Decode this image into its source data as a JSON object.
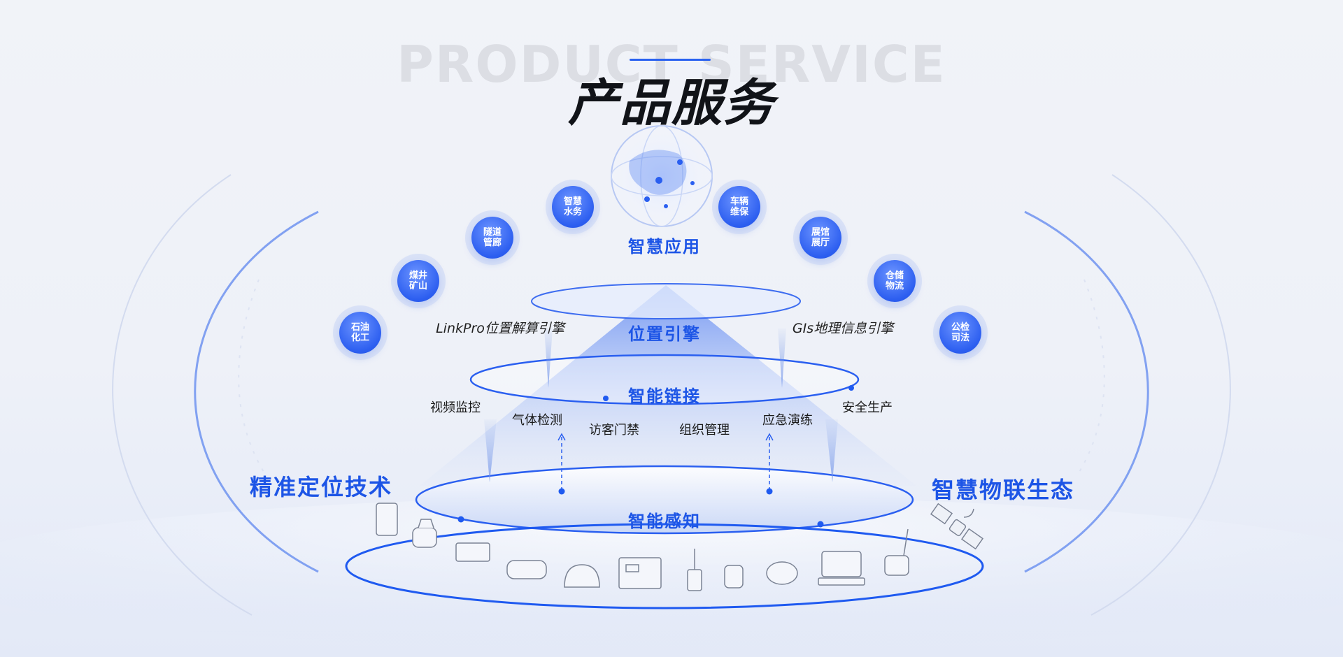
{
  "header": {
    "background_text": "PRODUCT SERVICE",
    "title": "产品服务"
  },
  "layers": {
    "application": "智慧应用",
    "engine": "位置引擎",
    "link": "智能链接",
    "perception": "智能感知"
  },
  "engines": {
    "left": "LinkPro位置解算引擎",
    "right": "GIs地理信息引擎"
  },
  "applications": [
    {
      "line1": "石油",
      "line2": "化工"
    },
    {
      "line1": "煤井",
      "line2": "矿山"
    },
    {
      "line1": "隧道",
      "line2": "管廊"
    },
    {
      "line1": "智慧",
      "line2": "水务"
    },
    {
      "line1": "车辆",
      "line2": "维保"
    },
    {
      "line1": "展馆",
      "line2": "展厅"
    },
    {
      "line1": "仓储",
      "line2": "物流"
    },
    {
      "line1": "公检",
      "line2": "司法"
    }
  ],
  "features": {
    "video": "视频监控",
    "gas": "气体检测",
    "visitor": "访客门禁",
    "org": "组织管理",
    "emergency": "应急演练",
    "safety": "安全生产"
  },
  "side_titles": {
    "left": "精准定位技术",
    "right": "智慧物联生态"
  },
  "colors": {
    "accent": "#1d55e6",
    "node": "#2c5ef0",
    "ring": "#1f5af0",
    "text_dark": "#111318"
  },
  "devices": [
    "tag-card-icon",
    "watch-icon",
    "gateway-box-icon",
    "wristband-icon",
    "helmet-icon",
    "controller-board-icon",
    "antenna-beacon-icon",
    "cylinder-sensor-icon",
    "round-beacon-icon",
    "lamp-charger-icon",
    "probe-sensor-icon",
    "satellite-icon"
  ]
}
